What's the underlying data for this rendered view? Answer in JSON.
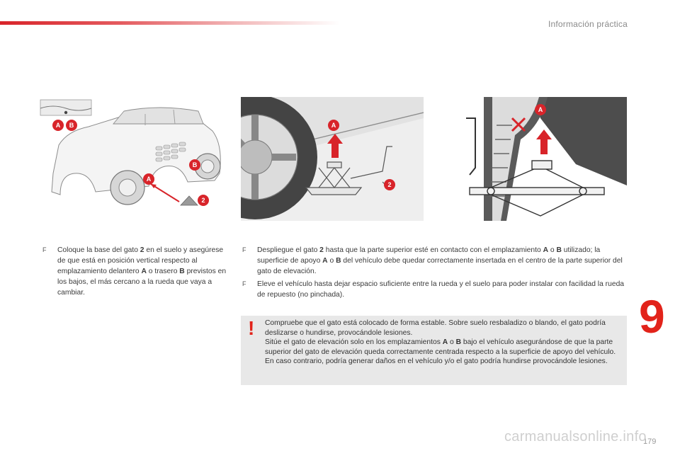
{
  "header": {
    "section_title": "Información práctica"
  },
  "chapter_number": "9",
  "page_number": "179",
  "watermark": "carmanualsonline.info",
  "figures": {
    "fig1": {
      "callout_a": "A",
      "callout_b": "B",
      "callout_b2": "B",
      "callout_a2": "A",
      "callout_2": "2"
    },
    "fig2": {
      "callout_a": "A",
      "callout_2": "2"
    },
    "fig3": {
      "callout_a": "A"
    }
  },
  "left_column": {
    "bullet_marker": "F",
    "p1_part1": "Coloque la base del gato ",
    "p1_bold1": "2",
    "p1_part2": " en el suelo y asegúrese de que está en posición vertical respecto al emplazamiento delantero ",
    "p1_bold2": "A",
    "p1_part3": " o trasero ",
    "p1_bold3": "B",
    "p1_part4": " previstos en los bajos, el más cercano a la rueda que vaya a cambiar."
  },
  "right_column": {
    "bullet_marker": "F",
    "p1_part1": "Despliegue el gato ",
    "p1_bold1": "2",
    "p1_part2": " hasta que la parte superior esté en contacto con el emplazamiento ",
    "p1_bold2": "A",
    "p1_part3": " o ",
    "p1_bold3": "B",
    "p1_part4": " utilizado; la superficie de apoyo ",
    "p1_bold4": "A",
    "p1_part5": " o ",
    "p1_bold5": "B",
    "p1_part6": " del vehículo debe quedar correctamente insertada en el centro de la parte superior del gato de elevación.",
    "p2": "Eleve el vehículo hasta dejar espacio suficiente entre la rueda y el suelo para poder instalar con facilidad la rueda de repuesto (no pinchada)."
  },
  "warning": {
    "icon": "!",
    "line1": "Compruebe que el gato está colocado de forma estable. Sobre suelo resbaladizo o blando, el gato podría deslizarse o hundirse, provocándole lesiones.",
    "line2_part1": "Sitúe el gato de elevación solo en los emplazamientos ",
    "line2_bold1": "A",
    "line2_part2": " o ",
    "line2_bold2": "B",
    "line2_part3": " bajo el vehículo asegurándose de que la parte superior del gato de elevación queda correctamente centrada respecto a la superficie de apoyo del vehículo. En caso contrario, podría generar daños en el vehículo y/o el gato podría hundirse provocándole lesiones."
  },
  "colors": {
    "accent_red": "#e2231a",
    "warning_bg": "#e8e8e8",
    "text": "#3a3a3a"
  }
}
